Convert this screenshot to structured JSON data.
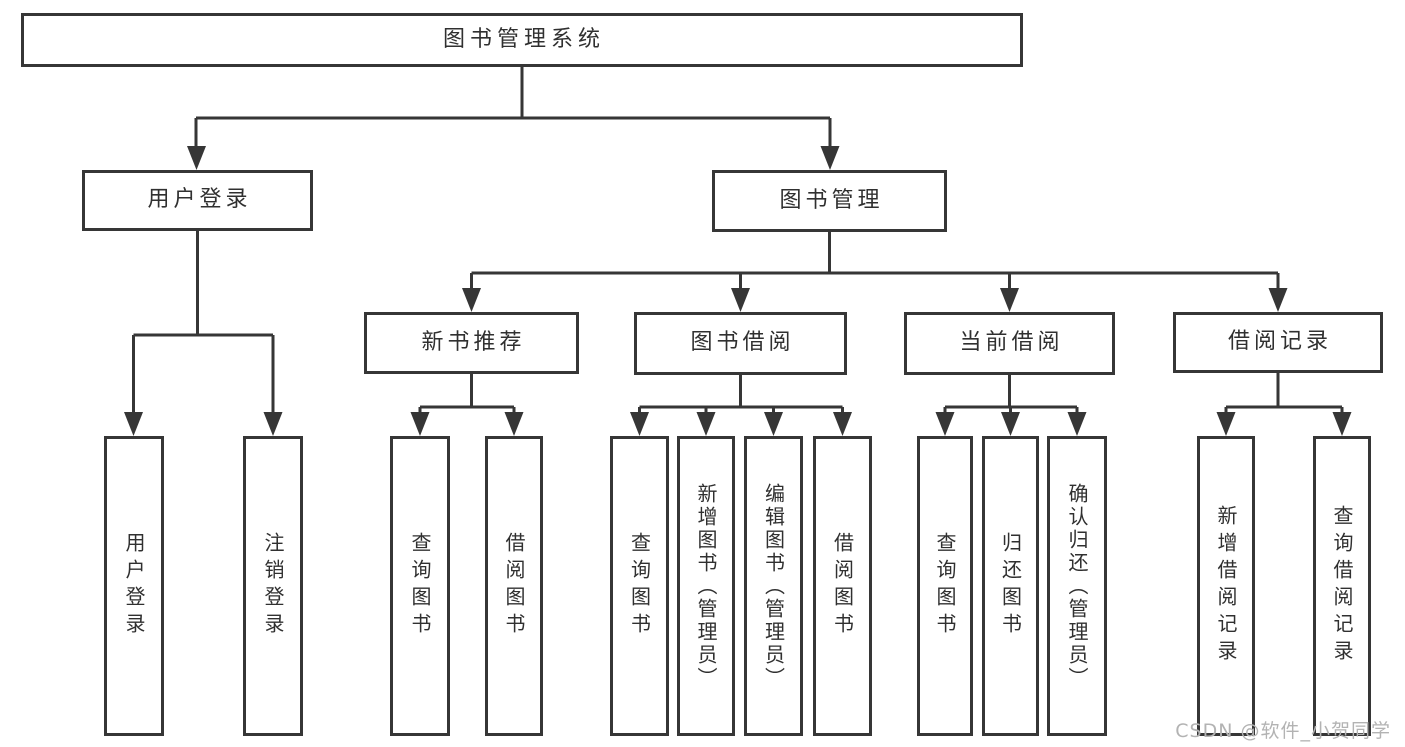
{
  "diagram": {
    "type": "hierarchy",
    "watermark": "CSDN @软件_小贺同学",
    "colors": {
      "line": "#363636",
      "box_border": "#363636",
      "box_fill": "#ffffff",
      "text": "#303030",
      "watermark": "#b3b3b3",
      "background": "#ffffff"
    },
    "nodes": {
      "root": {
        "label": "图书管理系统"
      },
      "user_login": {
        "label": "用户登录"
      },
      "book_mgmt": {
        "label": "图书管理"
      },
      "new_book_rec": {
        "label": "新书推荐"
      },
      "book_borrow": {
        "label": "图书借阅"
      },
      "current_borrow": {
        "label": "当前借阅"
      },
      "borrow_records": {
        "label": "借阅记录"
      },
      "leaf_user_login": {
        "label": "用户登录"
      },
      "leaf_logout": {
        "label": "注销登录"
      },
      "rec_query_book": {
        "label": "查询图书"
      },
      "rec_borrow_book": {
        "label": "借阅图书"
      },
      "bb_query_book": {
        "label": "查询图书"
      },
      "bb_add_book": {
        "label": "新增图书（管理员）"
      },
      "bb_edit_book": {
        "label": "编辑图书（管理员）"
      },
      "bb_borrow_book": {
        "label": "借阅图书"
      },
      "cb_query_book": {
        "label": "查询图书"
      },
      "cb_return_book": {
        "label": "归还图书"
      },
      "cb_confirm_return": {
        "label": "确认归还（管理员）"
      },
      "br_add_record": {
        "label": "新增借阅记录"
      },
      "br_query_record": {
        "label": "查询借阅记录"
      }
    },
    "edges": [
      {
        "from": "root",
        "to": "user_login"
      },
      {
        "from": "root",
        "to": "book_mgmt"
      },
      {
        "from": "user_login",
        "to": "leaf_user_login"
      },
      {
        "from": "user_login",
        "to": "leaf_logout"
      },
      {
        "from": "book_mgmt",
        "to": "new_book_rec"
      },
      {
        "from": "book_mgmt",
        "to": "book_borrow"
      },
      {
        "from": "book_mgmt",
        "to": "current_borrow"
      },
      {
        "from": "book_mgmt",
        "to": "borrow_records"
      },
      {
        "from": "new_book_rec",
        "to": "rec_query_book"
      },
      {
        "from": "new_book_rec",
        "to": "rec_borrow_book"
      },
      {
        "from": "book_borrow",
        "to": "bb_query_book"
      },
      {
        "from": "book_borrow",
        "to": "bb_add_book"
      },
      {
        "from": "book_borrow",
        "to": "bb_edit_book"
      },
      {
        "from": "book_borrow",
        "to": "bb_borrow_book"
      },
      {
        "from": "current_borrow",
        "to": "cb_query_book"
      },
      {
        "from": "current_borrow",
        "to": "cb_return_book"
      },
      {
        "from": "current_borrow",
        "to": "cb_confirm_return"
      },
      {
        "from": "borrow_records",
        "to": "br_add_record"
      },
      {
        "from": "borrow_records",
        "to": "br_query_record"
      }
    ]
  }
}
